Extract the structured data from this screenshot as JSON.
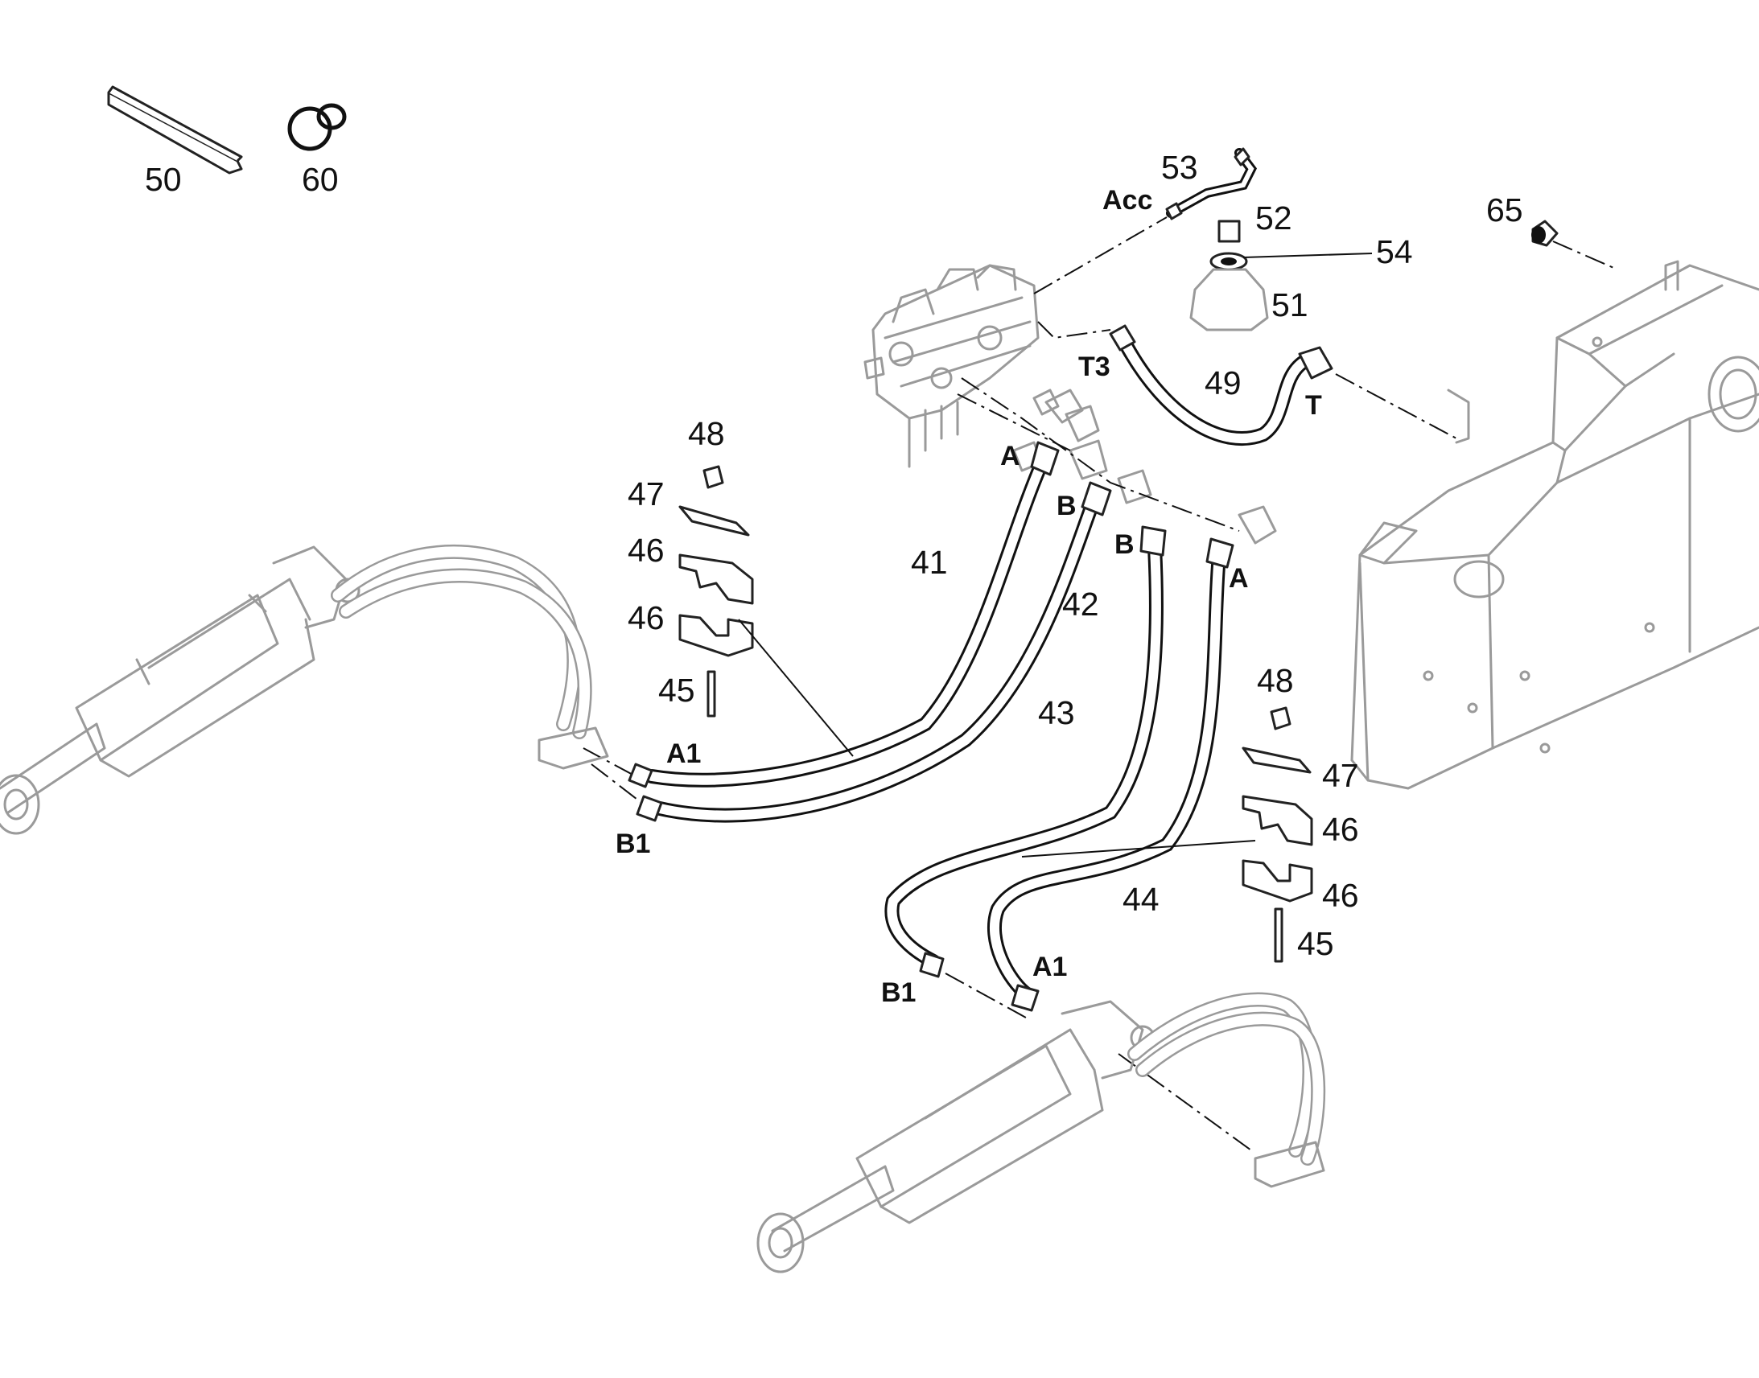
{
  "diagram": {
    "part_numbers": {
      "p50": "50",
      "p60": "60",
      "p53": "53",
      "p52": "52",
      "p54": "54",
      "p51": "51",
      "p65": "65",
      "p49": "49",
      "p48a": "48",
      "p47a": "47",
      "p46a": "46",
      "p46b": "46",
      "p45a": "45",
      "p41": "41",
      "p42": "42",
      "p43": "43",
      "p44": "44",
      "p48b": "48",
      "p47b": "47",
      "p46c": "46",
      "p46d": "46",
      "p45b": "45"
    },
    "port_labels": {
      "acc": "Acc",
      "t3": "T3",
      "t": "T",
      "a_left": "A",
      "b_mid": "B",
      "b_right": "B",
      "a_right": "A",
      "a1_left": "A1",
      "b1_left": "B1",
      "b1_bottom": "B1",
      "a1_bottom": "A1"
    }
  }
}
